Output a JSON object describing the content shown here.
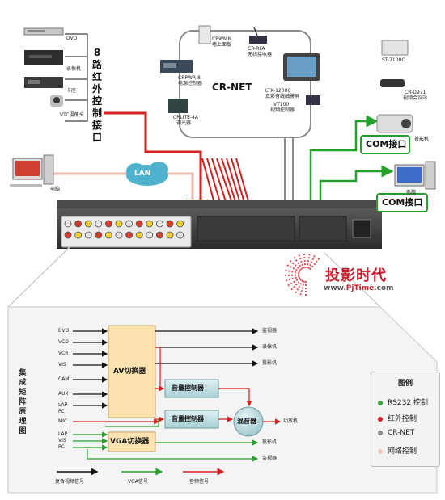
{
  "top": {
    "ir_vertical": "8路红外控制接口",
    "crnet_title": "CR-NET",
    "lan": "LAN",
    "com1": "COM接口",
    "com2": "COM接口"
  },
  "devices": {
    "dvd": "DVD",
    "vcr": "录像机",
    "tape": "卡座",
    "vtc": "VTC摄像头",
    "pc": "电脑",
    "pc2": "电脑",
    "projector": "投影机",
    "crwm8_model": "CRWM8",
    "crwm8_desc": "墙上面板",
    "crrfa_model": "CR-RFA",
    "crrfa_desc": "无线接收器",
    "crpwr8_model": "CRPWR-8",
    "crpwr8_desc": "电源控制器",
    "crlite4a_model": "CRLITE-4A",
    "crlite4a_desc": "调光器",
    "ltx_model": "LTX-1200C",
    "ltx_desc": "真彩有线触摸屏",
    "vt100_model": "VT100",
    "vt100_desc": "视频控制器",
    "st7100c": "ST-7100C",
    "crd971_model": "CR-D971",
    "crd971_desc": "视频会议站"
  },
  "brand": {
    "name": "投影时代",
    "url_prefix": "www.",
    "url_main": "PjTime",
    "url_suffix": ".com"
  },
  "schematic": {
    "title_vertical": "集成矩阵原理图",
    "inputs": [
      "DVD",
      "VCD",
      "VCR",
      "VIS",
      "CAM",
      "AUX",
      "LAP",
      "PC",
      "MIC",
      "LAP",
      "VIS",
      "PC"
    ],
    "av_switcher": "AV切换器",
    "vga_switcher": "VGA切换器",
    "vol1": "音量控制器",
    "vol2": "音量控制器",
    "mixer": "混音器",
    "outputs": [
      "监视器",
      "投影机",
      "录像机",
      "功放机",
      "投影机",
      "监视器"
    ],
    "signal_legend": [
      "复合视频信号",
      "VGA信号",
      "音频信号"
    ]
  },
  "legend": {
    "title": "图例",
    "items": [
      {
        "label": "RS232 控制",
        "color": "#3aa53a"
      },
      {
        "label": "红外控制",
        "color": "#d32020"
      },
      {
        "label": "CR-NET",
        "color": "#8a8a8a"
      },
      {
        "label": "网络控制",
        "color": "#f2c6b4"
      }
    ]
  },
  "colors": {
    "ir": "#d42020",
    "rs232": "#25a02a",
    "crnet": "#8a8a8a",
    "lan": "#f0b8a8",
    "av_box": "#fbe2ae",
    "panel": "#ececec"
  }
}
